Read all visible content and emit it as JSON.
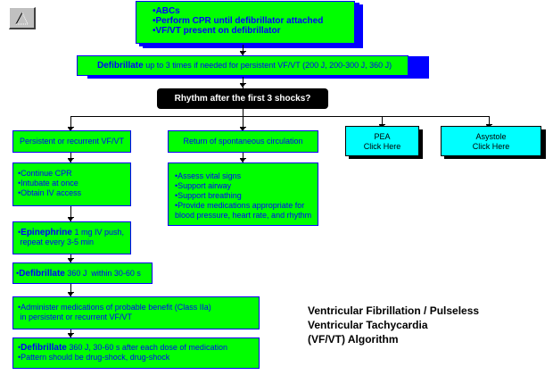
{
  "nav": {
    "home_button_icon": "triangle-up-icon"
  },
  "title": {
    "lines": [
      "Ventricular Fibrillation / Pulseless",
      "Ventricular Tachycardia",
      "(VF/VT) Algorithm"
    ]
  },
  "steps": {
    "initial": {
      "lines": [
        "•ABCs",
        "•Perform CPR until defibrillator attached",
        "•VF/VT present on defibrillator"
      ]
    },
    "defib_initial": {
      "bold": "Defibrillate",
      "text": " up to 3 times if needed for persistent VF/VT (200 J, 200-300 J, 360 J)"
    },
    "decision": {
      "label": "Rhythm after the first 3 shocks?"
    },
    "branches": {
      "persistent": {
        "label": "Persistent or recurrent VF/VT"
      },
      "rosc": {
        "label": "Return of spontaneous circulation"
      },
      "pea": {
        "line1": "PEA",
        "line2": "Click Here"
      },
      "asystole": {
        "line1": "Asystole",
        "line2": "Click Here"
      }
    },
    "persistent_actions": {
      "lines": [
        "•Continue CPR",
        "•Intubate at once",
        "•Obtain IV access"
      ]
    },
    "rosc_actions": {
      "lines": [
        "•Assess vital signs",
        "•Support airway",
        "•Support breathing",
        "•Provide medications appropriate for",
        " blood pressure, heart rate, and rhythm"
      ]
    },
    "epinephrine": {
      "bullet": "•",
      "bold": "Epinephrine",
      "text": " 1 mg IV push,",
      "line2": " repeat every 3-5 min"
    },
    "defib_360": {
      "bullet": "•",
      "bold": "Defibrillate",
      "text": " 360 J  within 30-60 s"
    },
    "medications": {
      "lines": [
        "•Administer medications of probable benefit (Class IIa)",
        " in persistent or recurrent VF/VT"
      ]
    },
    "defib_after_med": {
      "bullet": "•",
      "bold": "Defibrillate",
      "text": " 360 J, 30-60 s after each dose of medication",
      "line2": "•Pattern should be drug-shock, drug-shock"
    }
  },
  "colors": {
    "box_fill": "#00ff00",
    "box_text": "#0000ff",
    "link_box_fill": "#00ffff",
    "decision_fill": "#000000"
  }
}
